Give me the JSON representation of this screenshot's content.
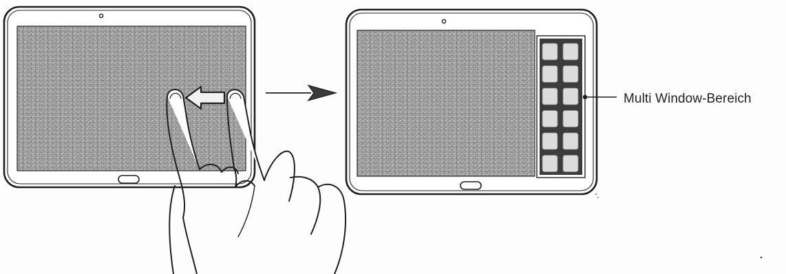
{
  "callout": {
    "label": "Multi Window-Bereich"
  },
  "icons": {
    "left_screen_arrow": "arrow-left-icon",
    "transition_arrow": "arrow-right-icon",
    "hand": "hand-icon",
    "camera": "camera-icon",
    "home_button": "home-button-icon"
  },
  "colors": {
    "screen_gray": "#9d9d9d",
    "panel_dark": "#3c3c3c",
    "tile_light": "#dcdcdc",
    "line": "#1e1e1e"
  },
  "multi_window_panel": {
    "tile_rows": 6,
    "tile_columns": 2
  }
}
